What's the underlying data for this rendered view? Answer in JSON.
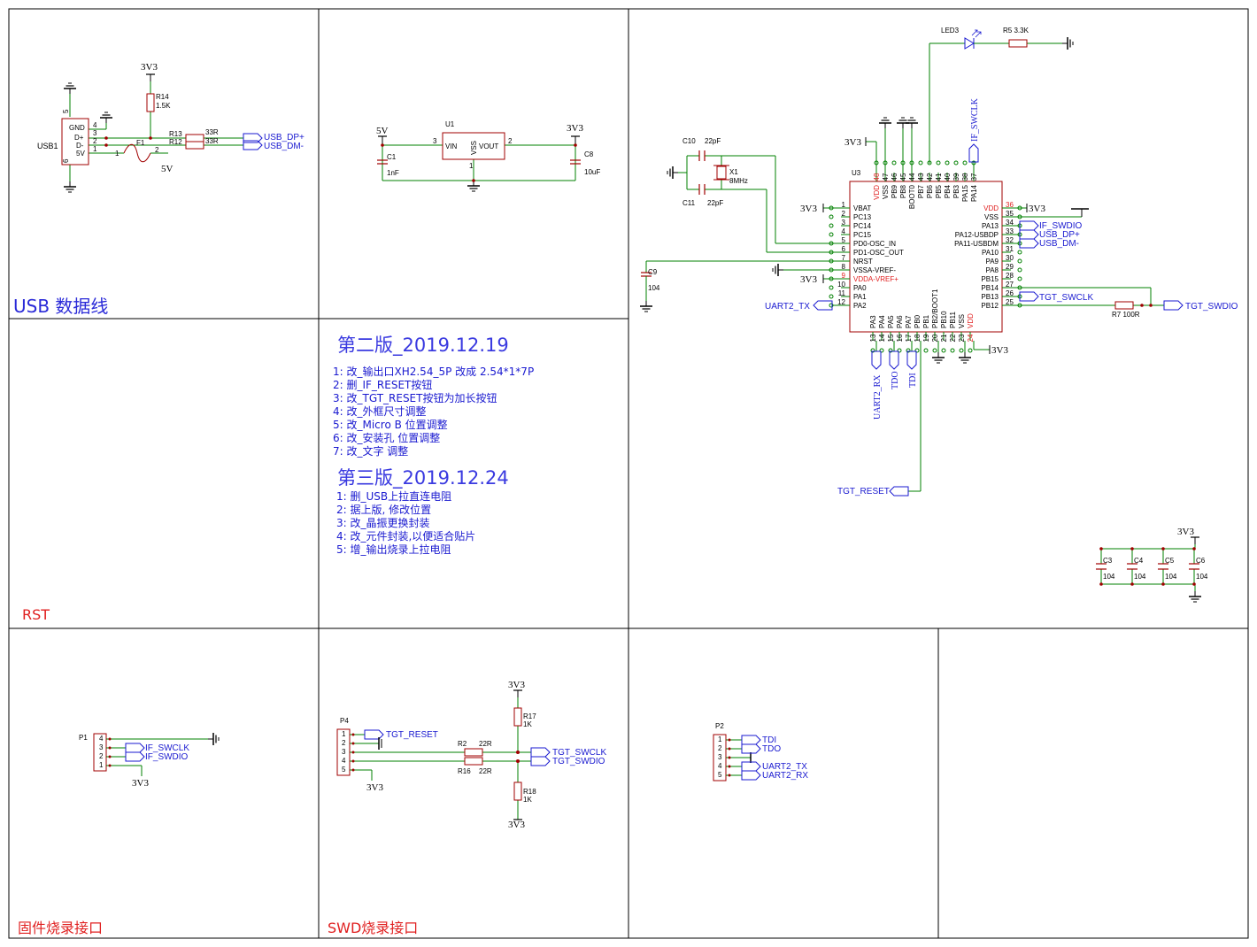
{
  "sections": {
    "usb": "USB 数据线",
    "rst": "RST",
    "firmware": "固件烧录接口",
    "swd": "SWD烧录接口"
  },
  "notes": {
    "v2_title": "第二版_2019.12.19",
    "v2_items": [
      "1: 改_输出口XH2.54_5P 改成 2.54*1*7P",
      "2: 删_IF_RESET按钮",
      "3: 改_TGT_RESET按钮为加长按钮",
      "4: 改_外框尺寸调整",
      "5: 改_Micro B 位置调整",
      "6: 改_安装孔 位置调整",
      "7: 改_文字 调整"
    ],
    "v3_title": "第三版_2019.12.24",
    "v3_items": [
      "1: 删_USB上拉直连电阻",
      "2: 据上版, 修改位置",
      "3: 改_晶振更换封装",
      "4: 改_元件封装,以便适合贴片",
      "5: 增_输出烧录上拉电阻"
    ]
  },
  "usb": {
    "ref": "USB1",
    "pin_names": [
      "GND",
      "D+",
      "D-",
      "5V"
    ],
    "pins": [
      "4",
      "3",
      "2",
      "1",
      "5",
      "6"
    ],
    "r14": "R14",
    "r14_val": "1.5K",
    "r13": "R13",
    "r13_val": "33R",
    "r12": "R12",
    "r12_val": "33R",
    "f1": "F1",
    "f1_p1": "1",
    "f1_p2": "2",
    "v3": "3V3",
    "v5": "5V",
    "net_dp": "USB_DP+",
    "net_dm": "USB_DM-"
  },
  "ldo": {
    "ref": "U1",
    "vin": "VIN",
    "vss": "VSS",
    "vout": "VOUT",
    "p3": "3",
    "p2": "2",
    "p1": "1",
    "c1": "C1",
    "c1_val": "1nF",
    "c8": "C8",
    "c8_val": "10uF",
    "v5": "5V",
    "v3": "3V3"
  },
  "mcu": {
    "ref": "U3",
    "left_nums": [
      "1",
      "2",
      "3",
      "4",
      "5",
      "6",
      "7",
      "8",
      "9",
      "10",
      "11",
      "12"
    ],
    "left_names": [
      "VBAT",
      "PC13",
      "PC14",
      "PC15",
      "PD0-OSC_IN",
      "PD1-OSC_OUT",
      "NRST",
      "VSSA-VREF-",
      "VDDA-VREF+",
      "PA0",
      "PA1",
      "PA2"
    ],
    "right_nums": [
      "36",
      "35",
      "34",
      "33",
      "32",
      "31",
      "30",
      "29",
      "28",
      "27",
      "26",
      "25"
    ],
    "right_names": [
      "VDD",
      "VSS",
      "PA13",
      "PA12-USBDP",
      "PA11-USBDM",
      "PA10",
      "PA9",
      "PA8",
      "PB15",
      "PB14",
      "PB13",
      "PB12"
    ],
    "top_nums": [
      "48",
      "47",
      "46",
      "45",
      "44",
      "43",
      "42",
      "41",
      "40",
      "39",
      "38",
      "37"
    ],
    "top_names": [
      "VDD",
      "VSS",
      "PB9",
      "PB8",
      "BOOT0",
      "PB7",
      "PB6",
      "PB5",
      "PB4",
      "PB3",
      "PA15",
      "PA14"
    ],
    "bot_nums": [
      "13",
      "14",
      "15",
      "16",
      "17",
      "18",
      "19",
      "20",
      "21",
      "22",
      "23",
      "24"
    ],
    "bot_names": [
      "PA3",
      "PA4",
      "PA5",
      "PA6",
      "PA7",
      "PB0",
      "PB1",
      "PB2/BOOT1",
      "PB10",
      "PB11",
      "VSS",
      "VDD"
    ],
    "led": "LED3",
    "r5": "R5 3.3K",
    "r7": "R7 100R",
    "c10": "C10",
    "c10_val": "22pF",
    "c11": "C11",
    "c11_val": "22pF",
    "x1": "X1",
    "x1_val": "8MHz",
    "c9": "C9",
    "c9_val": "104",
    "v3": "3V3",
    "net_if_swclk": "IF_SWCLK",
    "net_if_swdio": "IF_SWDIO",
    "net_usb_dp": "USB_DP+",
    "net_usb_dm": "USB_DM-",
    "net_tgt_swclk": "TGT_SWCLK",
    "net_tgt_swdio": "TGT_SWDIO",
    "net_uart_tx": "UART2_TX",
    "net_uart_rx": "UART2_RX",
    "net_tdo": "TDO",
    "net_tdi": "TDI",
    "net_tgt_reset": "TGT_RESET"
  },
  "decap": {
    "v3": "3V3",
    "caps": [
      {
        "ref": "C3",
        "val": "104"
      },
      {
        "ref": "C4",
        "val": "104"
      },
      {
        "ref": "C5",
        "val": "104"
      },
      {
        "ref": "C6",
        "val": "104"
      }
    ]
  },
  "p1": {
    "ref": "P1",
    "pins": [
      "4",
      "3",
      "2",
      "1"
    ],
    "net_clk": "IF_SWCLK",
    "net_dio": "IF_SWDIO",
    "v3": "3V3"
  },
  "p4": {
    "ref": "P4",
    "pins": [
      "1",
      "2",
      "3",
      "4",
      "5"
    ],
    "net_reset": "TGT_RESET",
    "r2": "R2",
    "r2_val": "22R",
    "r16": "R16",
    "r16_val": "22R",
    "r17": "R17",
    "r17_val": "1K",
    "r18": "R18",
    "r18_val": "1K",
    "net_clk": "TGT_SWCLK",
    "net_dio": "TGT_SWDIO",
    "v3": "3V3"
  },
  "p2": {
    "ref": "P2",
    "pins": [
      "1",
      "2",
      "3",
      "4",
      "5"
    ],
    "nets": [
      "TDI",
      "TDO",
      "UART2_TX",
      "UART2_RX"
    ]
  },
  "colors": {
    "wire": "#008000",
    "part": "#a00000",
    "net": "#1a1ad0",
    "pin": "#e02020",
    "frame": "#000000"
  }
}
